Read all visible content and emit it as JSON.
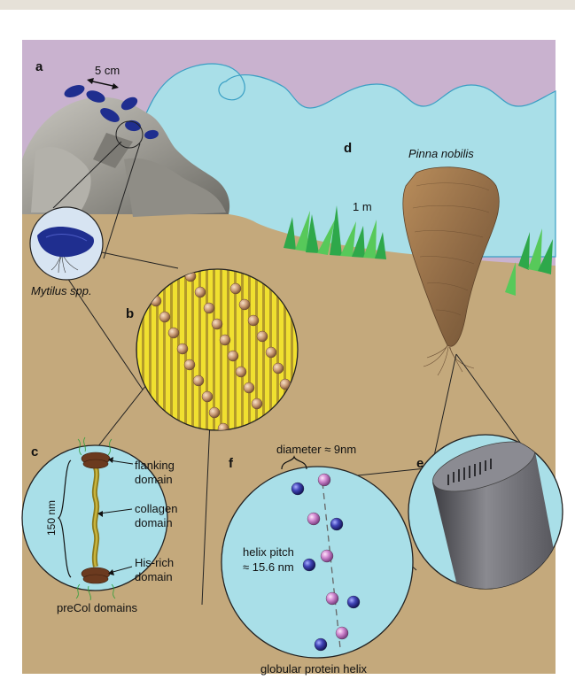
{
  "panels": {
    "a": "a",
    "b": "b",
    "c": "c",
    "d": "d",
    "e": "e",
    "f": "f"
  },
  "scale_5cm": "5 cm",
  "mytilus_label": "Mytilus spp.",
  "pinna_label": "Pinna nobilis",
  "scale_1m": "1 m",
  "precol": {
    "length": "150 nm",
    "flanking": [
      "flanking",
      "domain"
    ],
    "collagen": [
      "collagen",
      "domain"
    ],
    "his_rich": [
      "His-rich",
      "domain"
    ],
    "caption": "preCol domains"
  },
  "helix": {
    "diameter": "diameter ≈ 9nm",
    "pitch": [
      "helix pitch",
      "≈ 15.6 nm"
    ],
    "caption": "globular protein helix"
  },
  "colors": {
    "sky": "#c9b2cf",
    "sea": "#a9dfe8",
    "sand": "#c4a97c",
    "mussel": "#1f2e8f",
    "stripe_yellow": "#f0e030",
    "stripe_gold": "#b39a2a",
    "blue_sphere": "#3d3fae",
    "pink_sphere": "#c882c8",
    "fiber_grey": "#6e6e74"
  }
}
